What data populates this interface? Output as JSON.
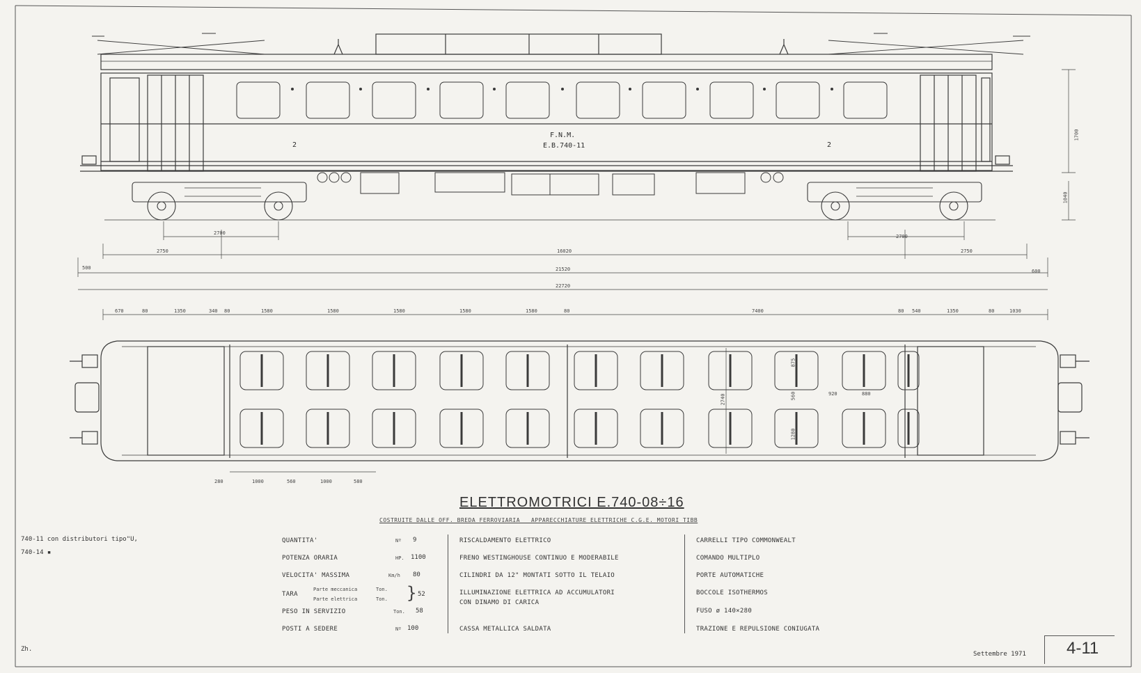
{
  "drawing": {
    "title": "ELETTROMOTRICI  E.740-08÷16",
    "subtitle": "COSTRUITE DALLE OFF. BREDA FERROVIARIA _ APPARECCHIATURE ELETTRICHE C.G.E._MOTORI TIBB",
    "operator_mark": "F.N.M.",
    "vehicle_number": "E.B.740-11",
    "class_marks": [
      "2",
      "2"
    ],
    "date": "Settembre 1971",
    "sheet_number": "4-11",
    "author_initials": "Zh."
  },
  "notes": {
    "line1": "740-11 con distributori tipo\"U,",
    "line2": "740-14  ▪"
  },
  "specs": {
    "col1": [
      {
        "label": "QUANTITA'",
        "unit": "Nº",
        "value": "9"
      },
      {
        "label": "POTENZA ORARIA",
        "unit": "HP.",
        "value": "1100"
      },
      {
        "label": "VELOCITA' MASSIMA",
        "unit": "Km/h",
        "value": "80"
      },
      {
        "label": "TARA",
        "sub1": "Parte meccanica",
        "sub2": "Parte elettrica",
        "unit1": "Ton.",
        "unit2": "Ton.",
        "value": "52"
      },
      {
        "label": "PESO IN SERVIZIO",
        "unit": "Ton.",
        "value": "58"
      },
      {
        "label": "POSTI A SEDERE",
        "unit": "Nº",
        "value": "100"
      }
    ],
    "col2": [
      "RISCALDAMENTO ELETTRICO",
      "FRENO WESTINGHOUSE CONTINUO E MODERABILE",
      "CILINDRI DA 12\" MONTATI SOTTO IL TELAIO",
      "ILLUMINAZIONE ELETTRICA AD ACCUMULATORI",
      "CON DINAMO DI CARICA",
      "CASSA METALLICA SALDATA"
    ],
    "col3": [
      "CARRELLI TIPO COMMONWEALT",
      "COMANDO MULTIPLO",
      "PORTE AUTOMATICHE",
      "BOCCOLE ISOTHERMOS",
      "FUSO  ø 140×280",
      "TRAZIONE E REPULSIONE CONIUGATA"
    ]
  },
  "dimensions": {
    "side_height": "1700",
    "floor_height": "1040",
    "bogie_wheelbase_left": "2700",
    "bogie_wheelbase_right": "2700",
    "overhang_left": "2750",
    "overhang_right": "2750",
    "bogie_centers": "16020",
    "body_length": "21520",
    "overall_length": "22720",
    "end_left": "500",
    "end_right": "600",
    "plan_top": [
      "670",
      "80",
      "1350",
      "340",
      "80",
      "1580",
      "1580",
      "1580",
      "1580",
      "1580",
      "80",
      "7400",
      "80",
      "540",
      "1350",
      "80",
      "1030"
    ],
    "plan_bottom": [
      "280",
      "1000",
      "560",
      "1000",
      "580"
    ],
    "plan_width": "2740",
    "seat_pitch_a": "920",
    "seat_pitch_b": "880",
    "seat_depth": "875",
    "aisle": "560",
    "seat_width": "1280"
  },
  "colors": {
    "paper": "#f4f3ef",
    "ink": "#3a3a3a"
  }
}
